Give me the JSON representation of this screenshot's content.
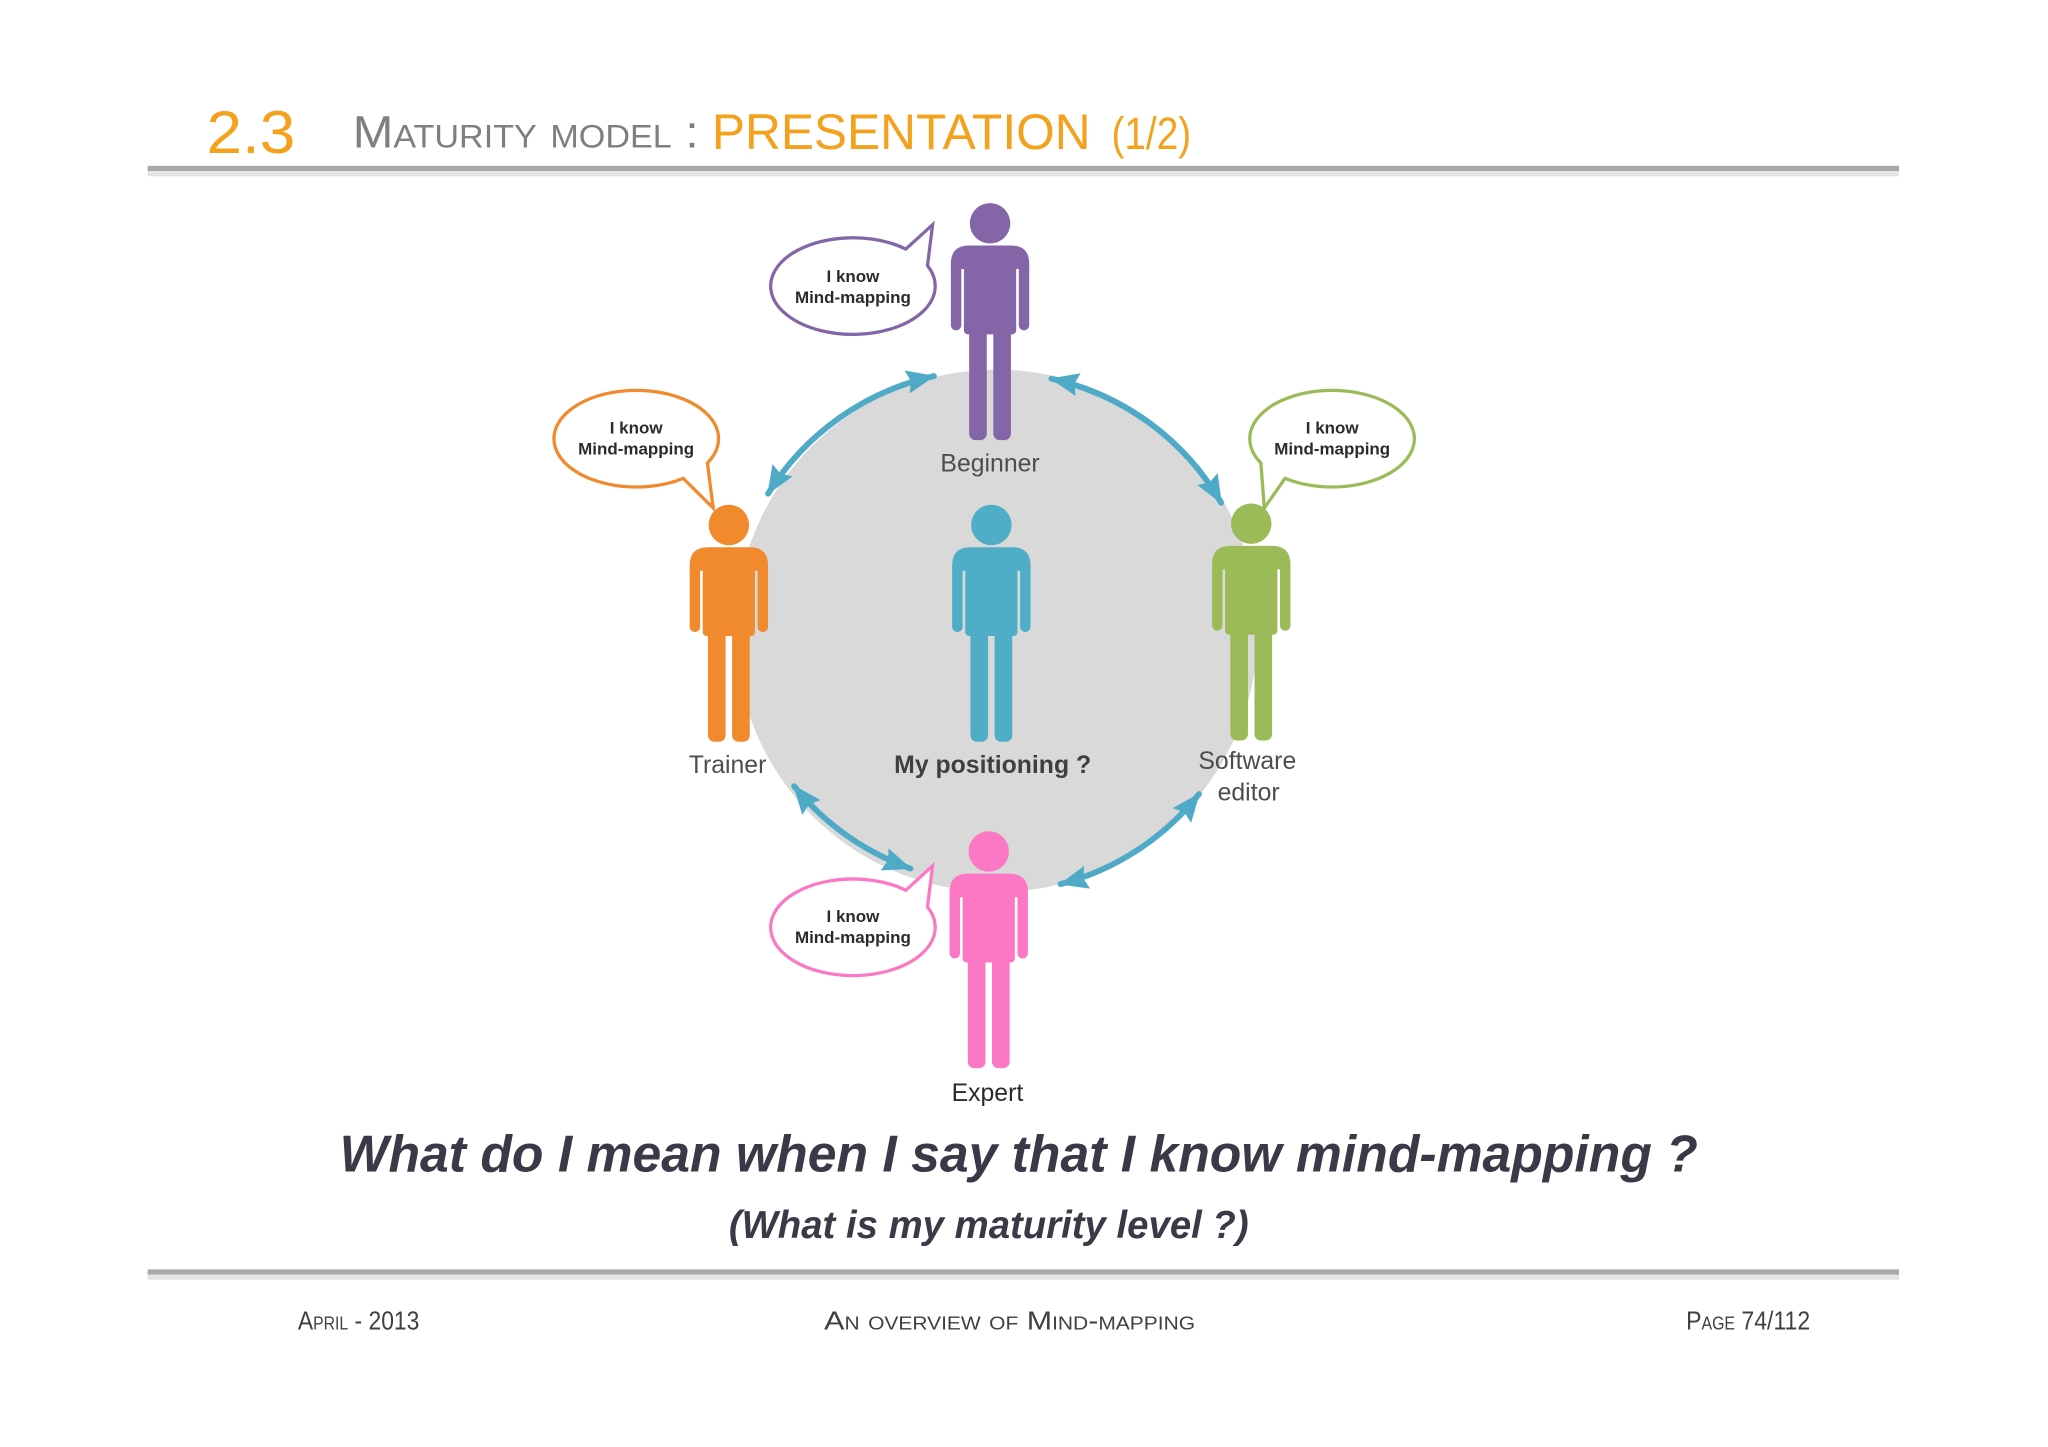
{
  "slide": {
    "section_number": "2.3",
    "title": "Maturity model :",
    "title_highlight": "PRESENTATION",
    "title_part": "(1/2)"
  },
  "colors": {
    "accent": "#f4a11d",
    "arrow": "#4eaac7",
    "circle": "#d9d9d9"
  },
  "diagram": {
    "center": {
      "label": "My positioning ?",
      "color": "#4fadc8"
    },
    "people": [
      {
        "label_lines": [
          "Beginner"
        ],
        "color": "#8466a8",
        "bubble_lines": [
          "I know",
          "Mind-mapping"
        ]
      },
      {
        "label_lines": [
          "Software",
          "editor"
        ],
        "color": "#9bbb59",
        "bubble_lines": [
          "I know",
          "Mind-mapping"
        ]
      },
      {
        "label_lines": [
          "Expert"
        ],
        "color": "#fc78c4",
        "bubble_lines": [
          "I know",
          "Mind-mapping"
        ]
      },
      {
        "label_lines": [
          "Trainer"
        ],
        "color": "#f08a2d",
        "bubble_lines": [
          "I know",
          "Mind-mapping"
        ]
      }
    ]
  },
  "question": {
    "main": "What do I mean when I say that I know mind-mapping ?",
    "sub": "(What is my maturity level ?)"
  },
  "footer": {
    "date": "April - 2013",
    "title": "An overview of Mind-mapping",
    "page": "Page 74/112"
  }
}
